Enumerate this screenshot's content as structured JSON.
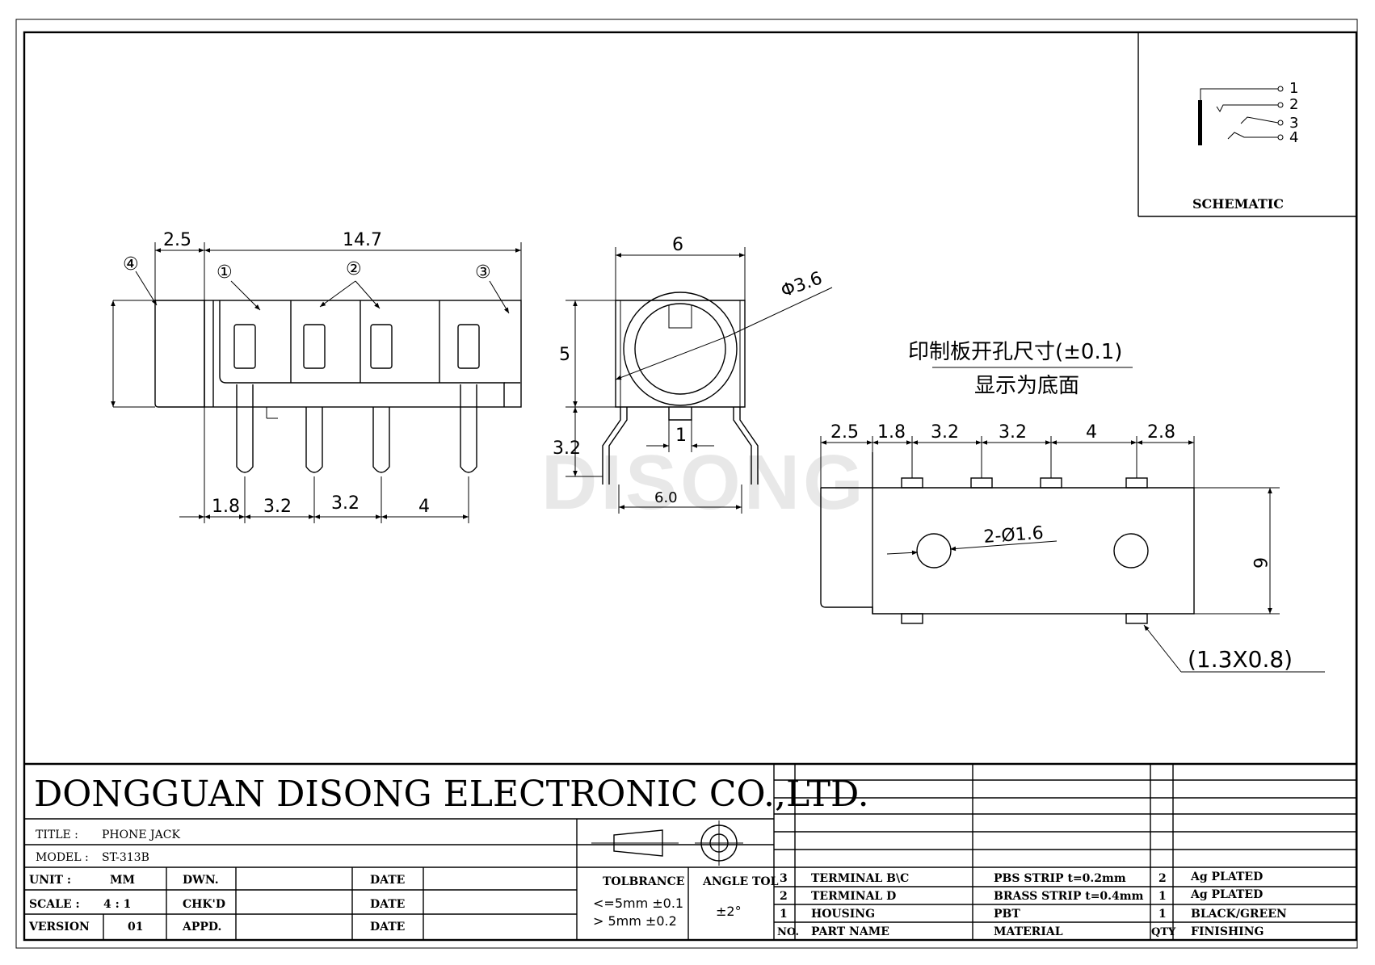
{
  "watermark": "DISONG",
  "schematic": {
    "label": "SCHEMATIC",
    "pins": [
      "1",
      "2",
      "3",
      "4"
    ]
  },
  "side_view": {
    "top_dims": [
      "2.5",
      "14.7"
    ],
    "bottom_dims": [
      "1.8",
      "3.2",
      "3.2",
      "4"
    ],
    "callouts": [
      "④",
      "①",
      "②",
      "③"
    ]
  },
  "front_view": {
    "width": "6",
    "height": "5",
    "pin_height": "3.2",
    "diameter": "Φ3.6",
    "pin_width": "1",
    "bottom_width": "6.0"
  },
  "pcb_layout": {
    "title_line1": "印制板开孔尺寸(±0.1)",
    "title_line2": "显示为底面",
    "top_dims": [
      "2.5",
      "1.8",
      "3.2",
      "3.2",
      "4",
      "2.8"
    ],
    "hole_label": "2-Ø1.6",
    "right_dim": "6",
    "pad_note": "(1.3X0.8)"
  },
  "title_block": {
    "company": "DONGGUAN DISONG ELECTRONIC CO.,LTD.",
    "title_label": "TITLE  :",
    "title_value": "PHONE JACK",
    "model_label": "MODEL  :",
    "model_value": "ST-313B",
    "unit_label": "UNIT   :",
    "unit_value": "MM",
    "scale_label": "SCALE  :",
    "scale_value": "4 : 1",
    "version_label": "VERSION",
    "version_value": "01",
    "dwn": "DWN.",
    "chkd": "CHK'D",
    "appd": "APPD.",
    "date": "DATE",
    "tolerance_label": "TOLBRANCE",
    "tolerance_line1": "<=5mm ±0.1",
    "tolerance_line2": "> 5mm ±0.2",
    "angle_label": "ANGLE TOL",
    "angle_value": "±2°"
  },
  "bom": {
    "headers": {
      "no": "NO.",
      "name": "PART  NAME",
      "material": "MATERIAL",
      "qty": "QTY",
      "finishing": "FINISHING"
    },
    "rows": [
      {
        "no": "3",
        "name": "TERMINAL B\\C",
        "material": "PBS STRIP   t=0.2mm",
        "qty": "2",
        "finishing": "Ag PLATED"
      },
      {
        "no": "2",
        "name": "TERMINAL D",
        "material": "BRASS STRIP   t=0.4mm",
        "qty": "1",
        "finishing": "Ag PLATED"
      },
      {
        "no": "1",
        "name": "HOUSING",
        "material": "PBT",
        "qty": "1",
        "finishing": "BLACK/GREEN"
      }
    ]
  }
}
